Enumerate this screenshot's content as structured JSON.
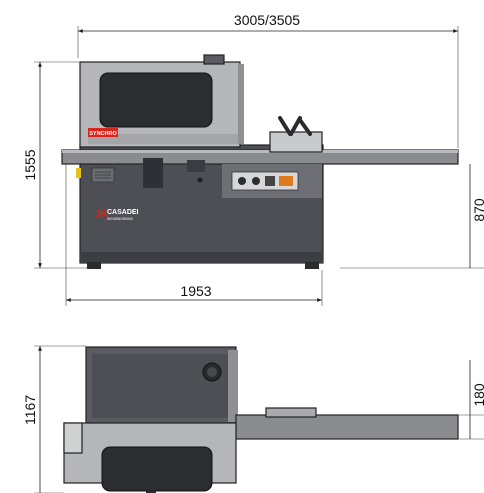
{
  "dimensions": {
    "overall_length": "3005/3505",
    "base_length": "1953",
    "height": "1555",
    "table_height": "870",
    "width": "1167",
    "side_height": "180"
  },
  "labels": {
    "synchro_tag": "SYNCHRO",
    "brand": "CASADEI",
    "brand_initials": "JK",
    "brand_sub": "WOODWORKING"
  },
  "colors": {
    "body_dark": "#4d4f55",
    "hood_grey": "#b4b6b9",
    "window_dark": "#2b2d31",
    "table_grey": "#8a8c90",
    "accent_red": "#d9261c",
    "panel_light": "#d6d7d9"
  }
}
